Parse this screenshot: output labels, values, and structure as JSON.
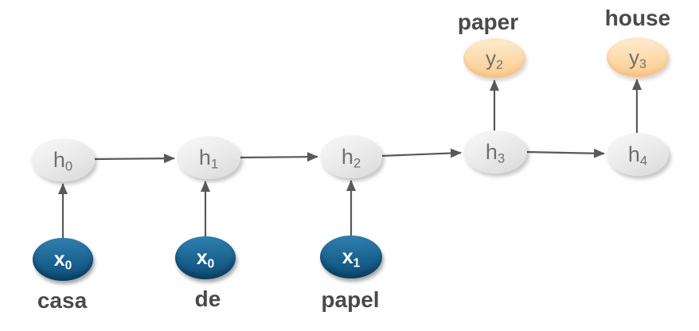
{
  "colors": {
    "node-gray": "#e9e9e9",
    "node-gray-light": "#f5f5f5",
    "node-gray-dark": "#d9d9d9",
    "node-blue": "#1a6391",
    "node-blue-light": "#2e7fae",
    "node-blue-dark": "#0c4c74",
    "node-orange": "#fbce92",
    "node-orange-light": "#fde9c9",
    "arrow": "#595959",
    "node-text": "#6f6f6f",
    "x-text": "#ffffff",
    "word-text": "#4a4a4a"
  },
  "nodes": {
    "hidden": [
      {
        "base": "h",
        "sub": "0"
      },
      {
        "base": "h",
        "sub": "1"
      },
      {
        "base": "h",
        "sub": "2"
      },
      {
        "base": "h",
        "sub": "3"
      },
      {
        "base": "h",
        "sub": "4"
      }
    ],
    "inputs": [
      {
        "base": "x",
        "sub": "0",
        "word": "casa"
      },
      {
        "base": "x",
        "sub": "0",
        "word": "de"
      },
      {
        "base": "x",
        "sub": "1",
        "word": "papel"
      }
    ],
    "outputs": [
      {
        "base": "y",
        "sub": "2",
        "word": "paper"
      },
      {
        "base": "y",
        "sub": "3",
        "word": "house"
      }
    ]
  }
}
